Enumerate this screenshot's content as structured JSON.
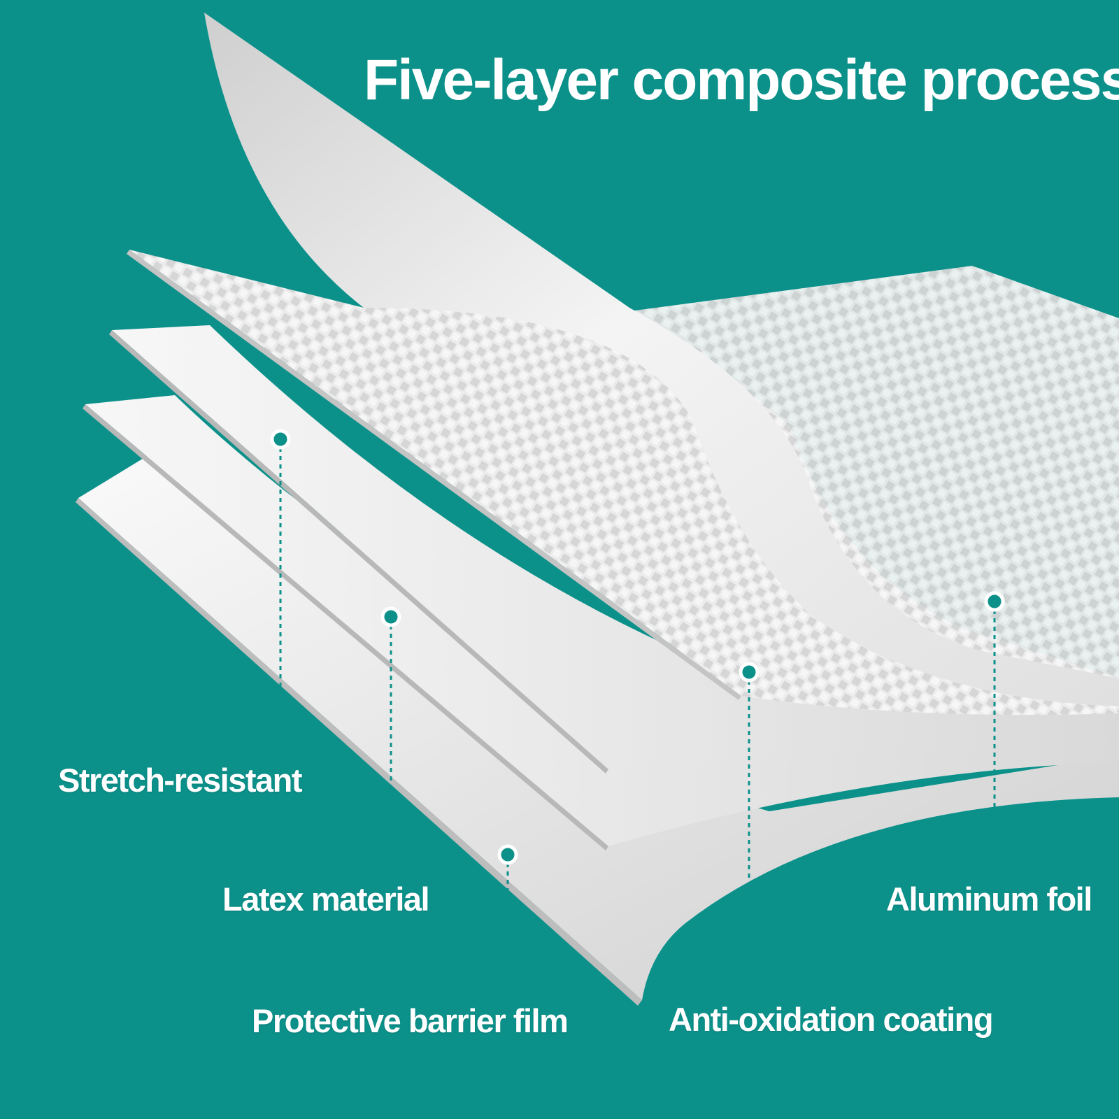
{
  "title": "Five-layer composite process",
  "colors": {
    "background": "#0b918a",
    "layer": "#f2f2f2",
    "layer_shadow": "#c9c9c9",
    "leader": "#0b918a"
  },
  "labels": {
    "stretch_resistant": "Stretch-resistant",
    "latex_material": "Latex material",
    "protective_barrier_film": "Protective barrier film",
    "anti_oxidation_coating": "Anti-oxidation coating",
    "aluminum_foil": "Aluminum foil"
  }
}
